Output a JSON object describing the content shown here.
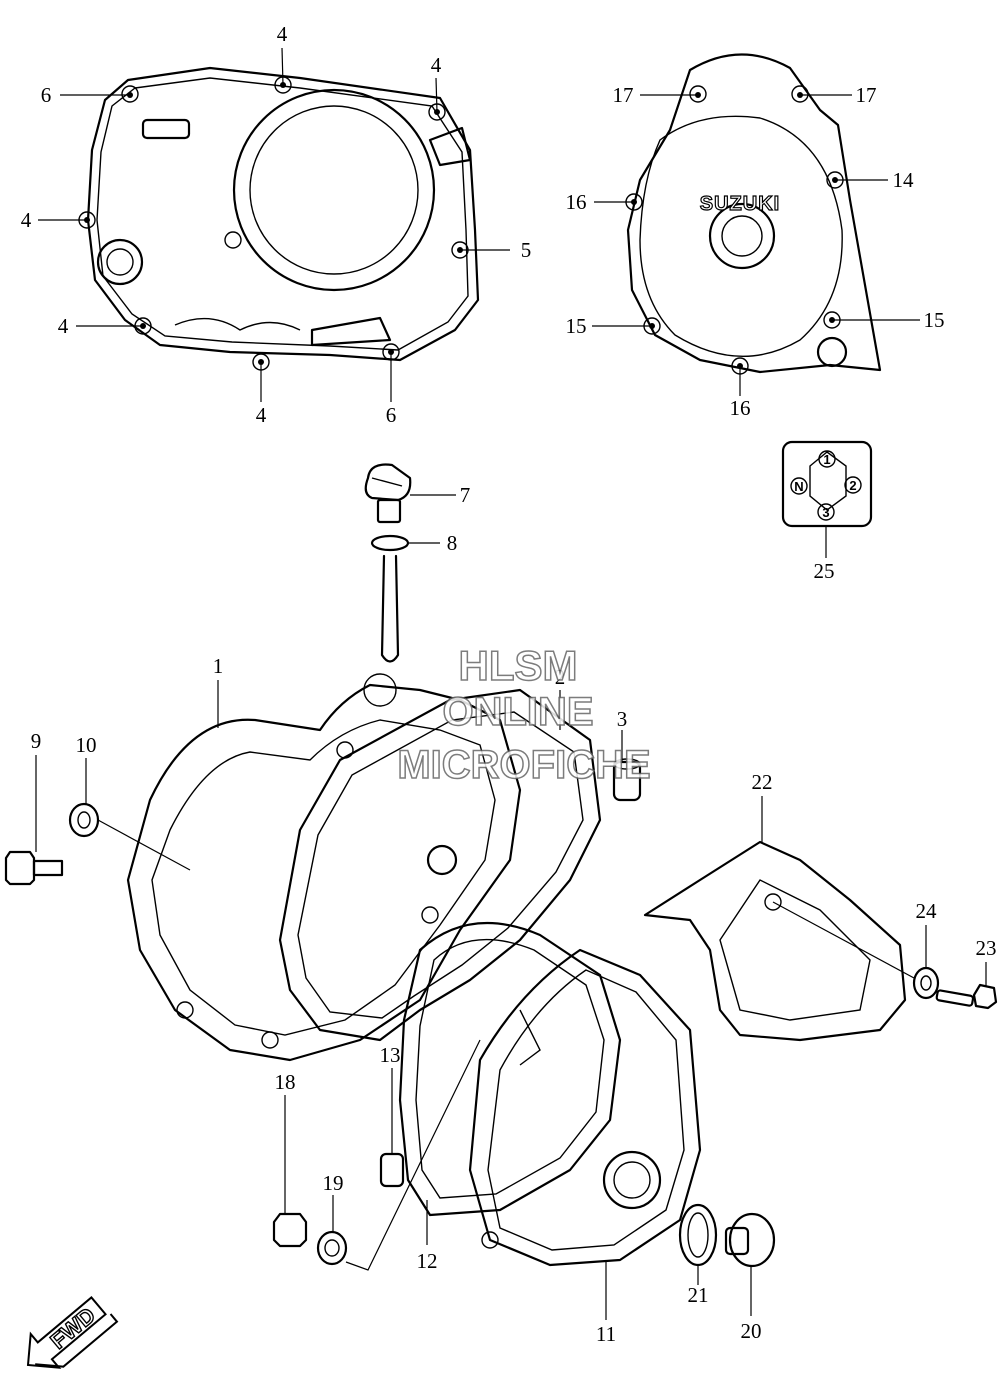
{
  "diagram": {
    "callouts": {
      "c1": "1",
      "c2": "2",
      "c3": "3",
      "c4a": "4",
      "c4b": "4",
      "c4c": "4",
      "c4d": "4",
      "c4e": "4",
      "c5": "5",
      "c6a": "6",
      "c6b": "6",
      "c7": "7",
      "c8": "8",
      "c9": "9",
      "c10": "10",
      "c11": "11",
      "c12": "12",
      "c13": "13",
      "c14": "14",
      "c15a": "15",
      "c15b": "15",
      "c16a": "16",
      "c16b": "16",
      "c17a": "17",
      "c17b": "17",
      "c18": "18",
      "c19": "19",
      "c20": "20",
      "c21": "21",
      "c22": "22",
      "c23": "23",
      "c24": "24",
      "c25": "25"
    },
    "cover_logo": "SUZUKI",
    "gear_indicator": {
      "g1": "1",
      "g2": "2",
      "gn": "N",
      "g3": "3"
    },
    "fwd_arrow": "FWD",
    "watermark": {
      "line1": "HLSM",
      "line2": "ONLINE",
      "line3": "MICROFICHE"
    }
  }
}
